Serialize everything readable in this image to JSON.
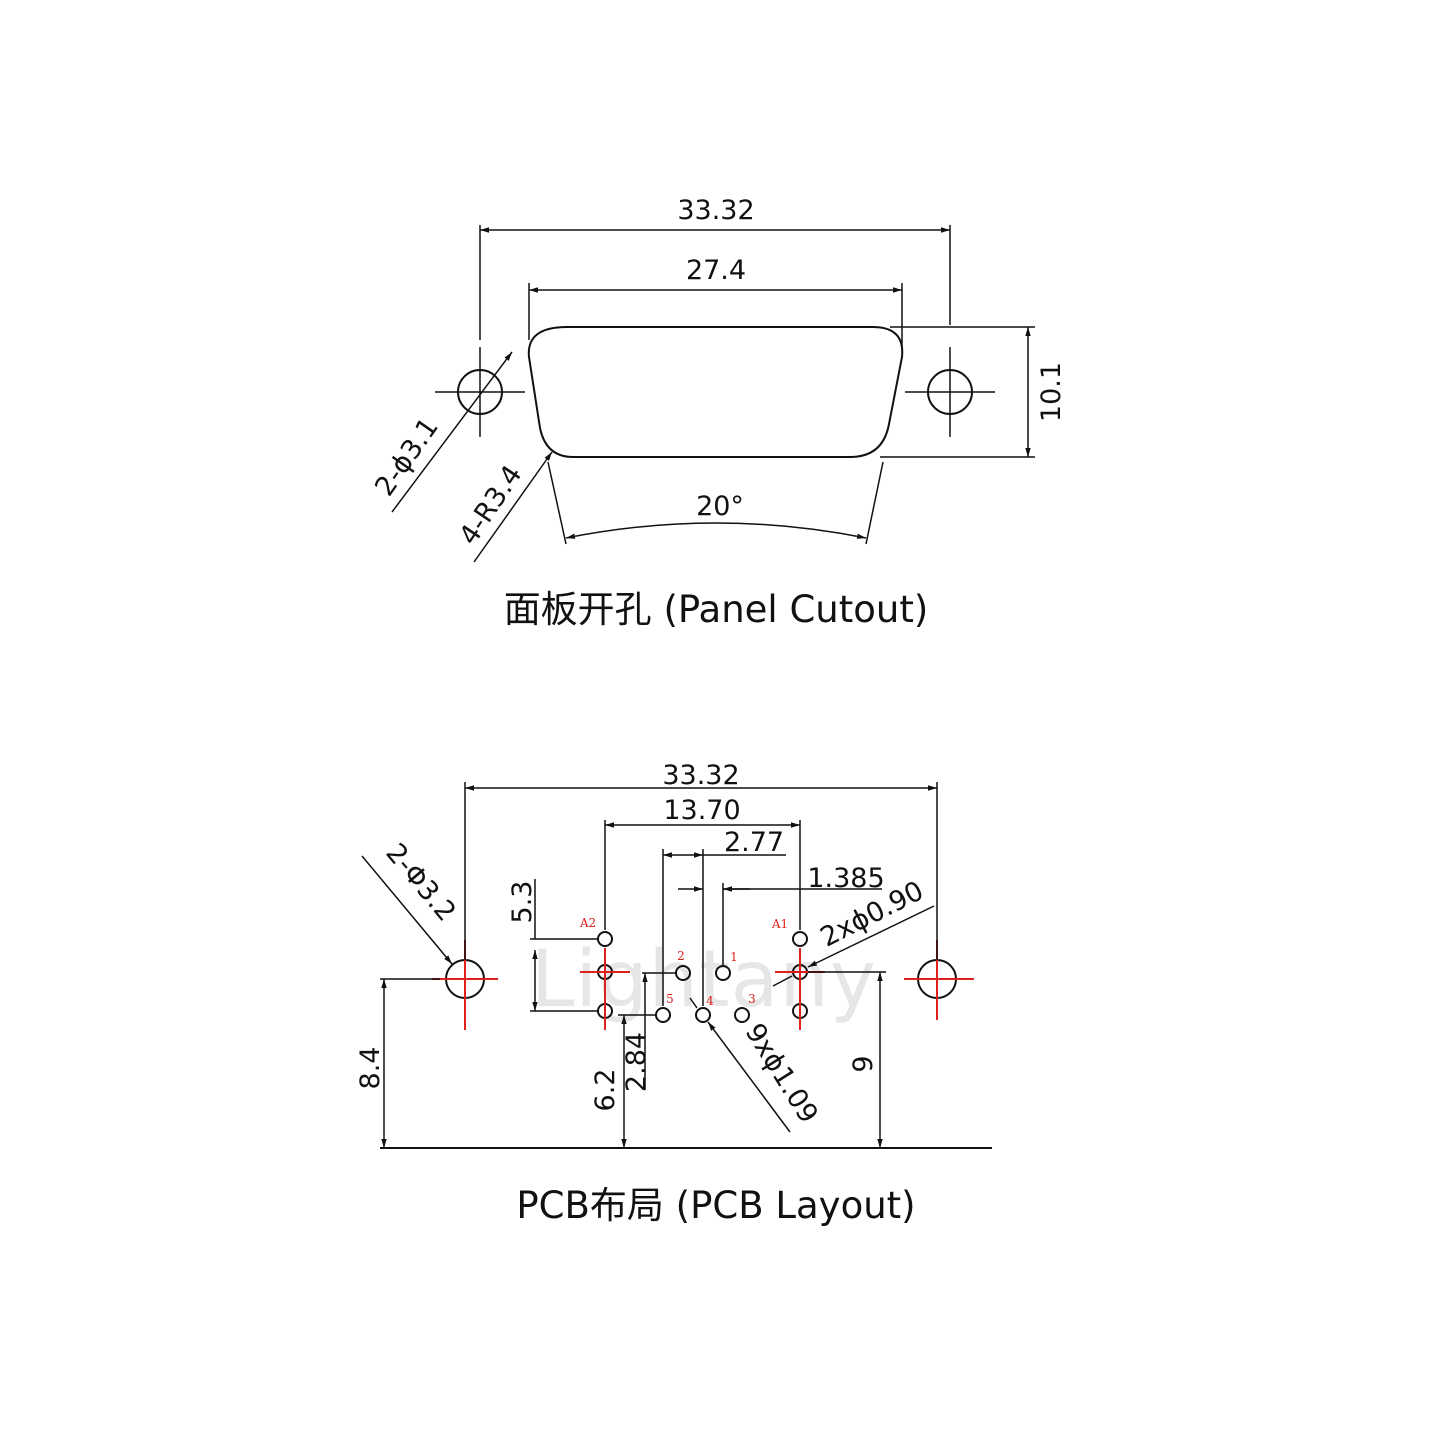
{
  "panel": {
    "caption": "面板开孔 (Panel Cutout)",
    "dim_overall": "33.32",
    "dim_inner": "27.4",
    "dim_height": "10.1",
    "dim_holes": "2-ϕ3.1",
    "dim_radius": "4-R3.4",
    "dim_angle": "20°"
  },
  "pcb": {
    "caption": "PCB布局 (PCB Layout)",
    "dim_overall": "33.32",
    "dim_1370": "13.70",
    "dim_277": "2.77",
    "dim_1385": "1.385",
    "dim_53": "5.3",
    "dim_84": "8.4",
    "dim_62": "6.2",
    "dim_284": "2.84",
    "dim_9": "9",
    "dim_mount_holes": "2-Φ3.2",
    "dim_pin_holes": "9xϕ1.09",
    "dim_shield_holes": "2xϕ0.90",
    "pin_labels": [
      "A2",
      "A1",
      "1",
      "2",
      "3",
      "4",
      "5"
    ],
    "watermark": "Lightany"
  },
  "colors": {
    "line": "#111111",
    "accent": "#e0201e"
  }
}
